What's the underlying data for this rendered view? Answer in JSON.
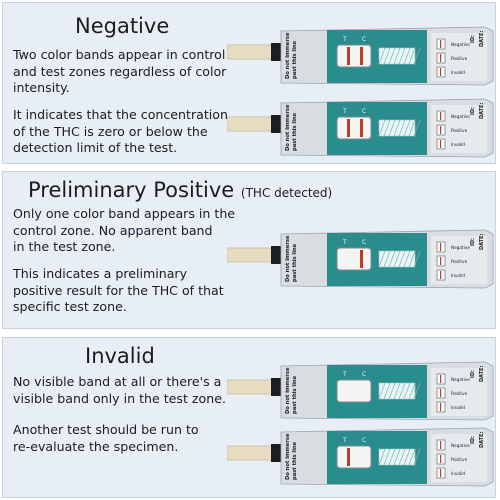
{
  "sections": [
    {
      "id": "negative",
      "heading": "Negative",
      "heading_sub": "",
      "paragraphs": [
        "Two color bands appear in control\nand test zones regardless of color\nintensity.",
        "It indicates that the concentration\nof the THC is zero or below the\ndetection limit of the test."
      ]
    },
    {
      "id": "preliminary-positive",
      "heading": "Preliminary Positive",
      "heading_sub": "(THC detected)",
      "paragraphs": [
        "Only one color band appears in the\ncontrol zone. No apparent band\nin the test zone.",
        "This indicates a preliminary\npositive result for the THC of that\nspecific test zone."
      ]
    },
    {
      "id": "invalid",
      "heading": "Invalid",
      "heading_sub": "",
      "paragraphs": [
        "No visible band at all or there's a\nvisible band only in the test zone.",
        "Another test should be run to\nre-evaluate the specimen."
      ]
    }
  ],
  "cassette": {
    "warning_text": "Do not immerse past this line",
    "control_label": "C",
    "test_label": "T",
    "id_label": "ID:",
    "date_label": "DATE:",
    "negative_label": "Negative",
    "positive_label": "Positive",
    "invalid_label": "Invalid",
    "band_color": "#c0392b",
    "body_color": "#2a8c8c"
  },
  "cassettes": [
    {
      "result": "negative",
      "control_band": true,
      "test_band": true
    },
    {
      "result": "negative",
      "control_band": true,
      "test_band": true
    },
    {
      "result": "preliminary-positive",
      "control_band": true,
      "test_band": false
    },
    {
      "result": "invalid",
      "control_band": false,
      "test_band": false
    },
    {
      "result": "invalid",
      "control_band": false,
      "test_band": true
    }
  ],
  "colors": {
    "panel_bg": "#e7eef6",
    "panel_border": "#c7d2de",
    "cassette_teal": "#2a8c8c",
    "band_red": "#c0392b"
  }
}
